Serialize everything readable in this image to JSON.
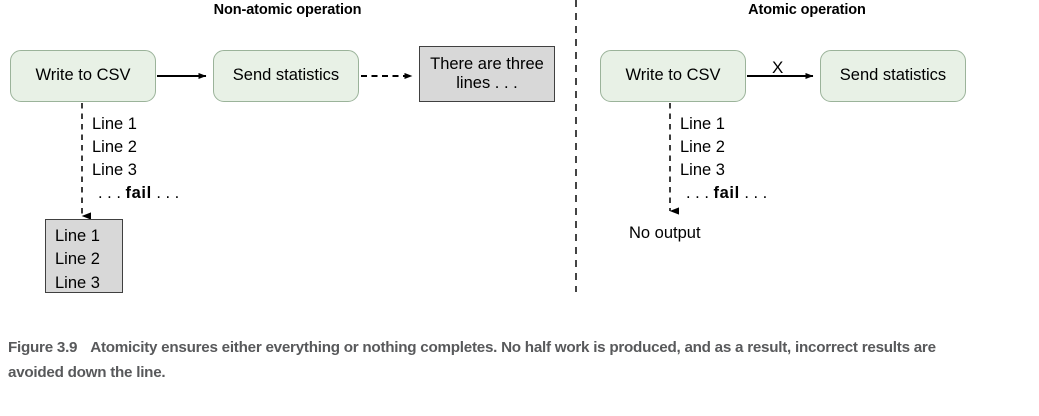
{
  "figure": {
    "caption_number": "Figure 3.9",
    "caption_text": "Atomicity ensures either everything or nothing completes. No half work is produced, and as a result, incorrect results are avoided down the line.",
    "caption_color": "#58595b"
  },
  "colors": {
    "process_fill": "#e8f1e6",
    "process_border": "#9bb39a",
    "output_fill": "#d8d8d8",
    "output_border": "#404040",
    "stroke": "#000000"
  },
  "panels": {
    "left": {
      "heading": "Non-atomic operation",
      "nodes": {
        "write_csv": "Write to CSV",
        "send_stats": "Send statistics",
        "report": "There are three lines . . .",
        "partial_output_lines": [
          "Line 1",
          "Line 2",
          "Line 3"
        ]
      },
      "trace": {
        "lines": [
          "Line 1",
          "Line 2",
          "Line 3"
        ],
        "fail_prefix": ". . . ",
        "fail_word": "fail",
        "fail_suffix": " . . ."
      }
    },
    "right": {
      "heading": "Atomic operation",
      "nodes": {
        "write_csv": "Write to CSV",
        "send_stats": "Send statistics",
        "no_output": "No output"
      },
      "blocked_marker": "X",
      "trace": {
        "lines": [
          "Line 1",
          "Line 2",
          "Line 3"
        ],
        "fail_prefix": ". . . ",
        "fail_word": "fail",
        "fail_suffix": " . . ."
      }
    }
  }
}
